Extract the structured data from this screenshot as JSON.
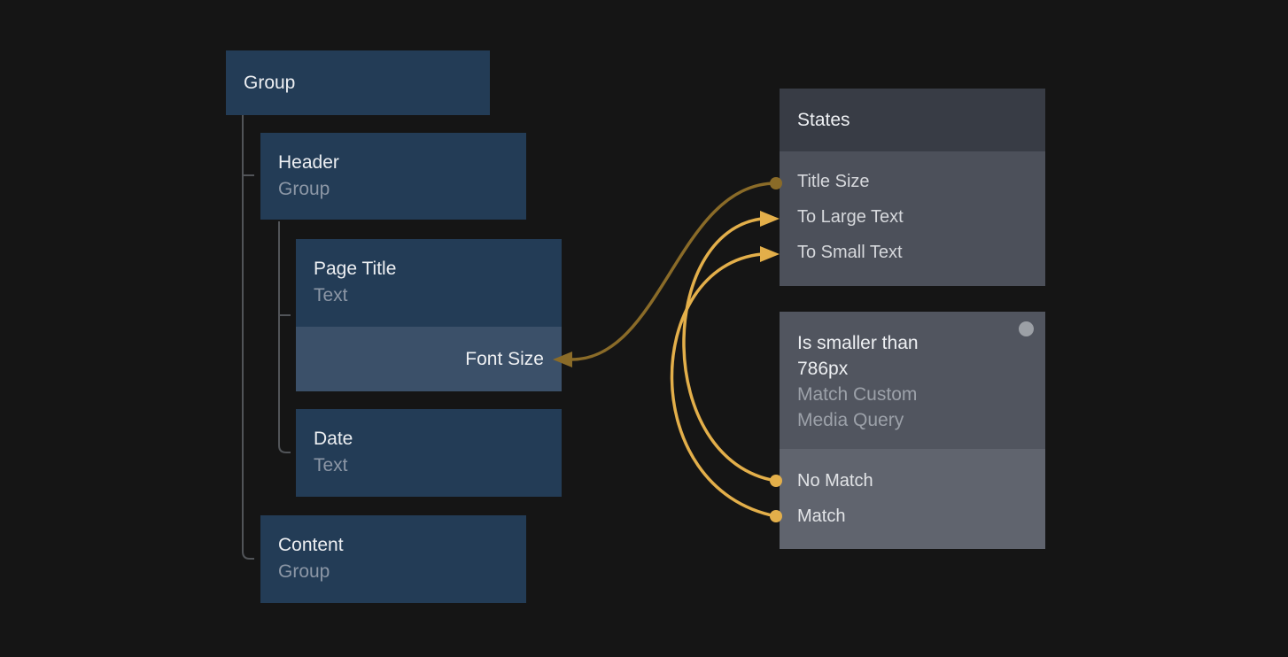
{
  "palette": {
    "background": "#151515",
    "node_blue": "#233C56",
    "node_blue_light": "#3B5069",
    "panel_header_gray": "#383C45",
    "panel_body_gray": "#4C505A",
    "condition_top_gray": "#51555F",
    "condition_bottom_gray": "#60646E",
    "tree_line_gray": "#515458",
    "connector_dark_gold": "#8A6B28",
    "connector_bright_gold": "#E3AF4A",
    "status_dot_gray": "#9CA0A6"
  },
  "layer_tree": {
    "nodes": [
      {
        "title": "Group"
      },
      {
        "title": "Header",
        "subtitle": "Group"
      },
      {
        "title": "Page Title",
        "subtitle": "Text",
        "property_label": "Font Size"
      },
      {
        "title": "Date",
        "subtitle": "Text"
      },
      {
        "title": "Content",
        "subtitle": "Group"
      }
    ]
  },
  "states_panel": {
    "title": "States",
    "items": [
      {
        "label": "Title Size"
      },
      {
        "label": "To Large Text"
      },
      {
        "label": "To Small Text"
      }
    ]
  },
  "condition_node": {
    "title": "Is smaller than 786px",
    "subtitle": "Match Custom Media Query",
    "outputs": [
      {
        "label": "No Match"
      },
      {
        "label": "Match"
      }
    ]
  },
  "connections": [
    {
      "from": "Title Size",
      "to": "Font Size",
      "color": "#8A6B28"
    },
    {
      "from": "No Match",
      "to": "To Large Text",
      "color": "#E3AF4A"
    },
    {
      "from": "Match",
      "to": "To Small Text",
      "color": "#E3AF4A"
    }
  ]
}
